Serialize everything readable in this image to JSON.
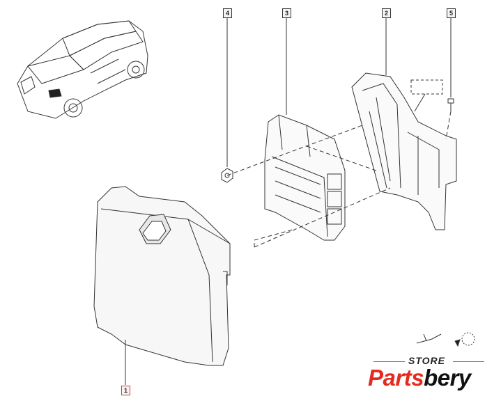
{
  "diagram": {
    "callouts": [
      "1",
      "2",
      "3",
      "4",
      "5"
    ],
    "colors": {
      "line": "#333333",
      "callout_highlight": "#dd3333",
      "brand_red": "#e52b1e"
    }
  },
  "logo": {
    "store": "STORE",
    "brand_part1": "Parts",
    "brand_part2": "bery"
  }
}
